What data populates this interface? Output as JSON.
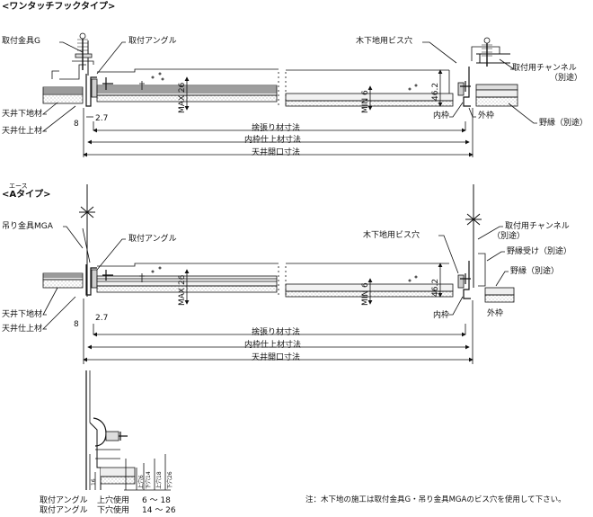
{
  "section1": {
    "title": "<ワンタッチフックタイプ>",
    "label_fitting": "取付金具G",
    "label_angle": "取付アングル",
    "label_screw_hole": "木下地用ビス穴",
    "label_channel": "取付用チャンネル",
    "label_channel_note": "（別途）",
    "label_base": "天井下地材",
    "label_finish": "天井仕上材",
    "dim_8": "8",
    "dim_2_7": "2.7",
    "dim_max26": "MAX 26",
    "dim_min6": "MIN 6",
    "dim_46_2": "46.2",
    "label_inner_frame": "内枠",
    "label_outer_frame": "外枠",
    "label_joist": "野縁（別途）",
    "dim_sutebari": "捨張り材寸法",
    "dim_inner_finish": "内枠仕上材寸法",
    "dim_opening": "天井開口寸法"
  },
  "section2": {
    "title_ruby": "エース",
    "title": "<Aタイプ>",
    "label_hanger": "吊り金具MGA",
    "label_angle": "取付アングル",
    "label_screw_hole": "木下地用ビス穴",
    "label_channel": "取付用チャンネル",
    "label_channel_note": "（別途）",
    "label_joist_receiver": "野縁受け（別途）",
    "label_joist": "野縁（別途）",
    "label_base": "天井下地材",
    "label_finish": "天井仕上材",
    "dim_8": "8",
    "dim_2_7": "2.7",
    "dim_max26": "MAX 26",
    "dim_min6": "MIN 6",
    "dim_46_2": "46.2",
    "label_inner_frame": "内枠",
    "label_outer_frame": "外枠",
    "dim_sutebari": "捨張り材寸法",
    "dim_inner_finish": "内枠仕上材寸法",
    "dim_opening": "天井開口寸法"
  },
  "detail": {
    "dim_16": "16",
    "dim_upper6": "上穴6",
    "dim_lower14": "下穴14",
    "dim_upper18": "上穴18",
    "dim_lower26": "下穴26",
    "row1_label": "取付アングル",
    "row1_use": "上穴使用",
    "row1_range": "6 ～ 18",
    "row2_label": "取付アングル",
    "row2_use": "下穴使用",
    "row2_range": "14 ～ 26"
  },
  "note": "注：木下地の施工は取付金具G・吊り金具MGAのビス穴を使用して下さい。"
}
